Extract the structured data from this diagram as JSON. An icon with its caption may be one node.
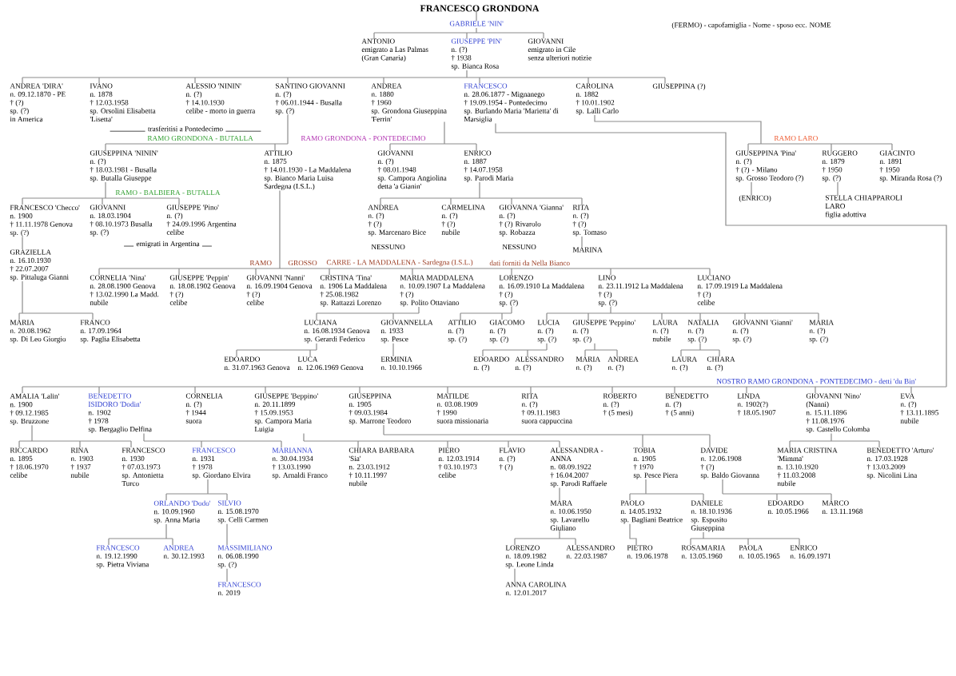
{
  "diagram": {
    "nodes": [
      {
        "text": [
          "FRANCESCO GRONDONA"
        ]
      },
      {
        "text": [
          "GABRIELE 'NIN'"
        ]
      },
      {
        "text": [
          "ANTONIO",
          "emigrato a Las Palmas",
          "(Gran Canaria)"
        ]
      },
      {
        "text": [
          "GIUSEPPE 'PIN'",
          "n. (?)",
          "† 1938",
          "sp. Bianca Rosa"
        ]
      },
      {
        "text": [
          "GIOVANNI",
          "emigrato in Cile",
          "senza ulteriori notizie"
        ]
      },
      {
        "text": [
          "ANDREA 'DIRA'",
          "n. 09.12.1870 - PE",
          "† (?)",
          "sp. (?)",
          "in America"
        ]
      },
      {
        "text": [
          "IVANO",
          "n. 1878",
          "† 12.03.1958",
          "sp. Orsolini Elisabetta 'Lisetta'"
        ]
      },
      {
        "text": [
          "ALESSIO 'NININ'",
          "n. (?)",
          "† 14.10.1930",
          "celibe - morto in guerra"
        ]
      },
      {
        "text": [
          "SANTINO GIOVANNI",
          "n. (?)",
          "† 06.01.1944 - Busalla",
          "sp. (?)"
        ]
      },
      {
        "text": [
          "ANDREA",
          "n. 1880",
          "† 1960",
          "sp. Grondona Giuseppina 'Ferrin'"
        ]
      },
      {
        "text": [
          "FRANCESCO",
          "n. 28.06.1877 - Mignanego",
          "† 19.09.1954 - Pontedecimo",
          "sp. Burlando Maria 'Marietta' di Marsiglia"
        ]
      },
      {
        "text": [
          "CAROLINA",
          "n. 1882",
          "† 10.01.1902",
          "sp. Lalli Carlo"
        ]
      },
      {
        "text": [
          "GIUSEPPINA (?)"
        ]
      },
      {
        "text": [
          "GIUSEPPINA 'NININ'",
          "n. (?)",
          "† 18.03.1981 - Busalla",
          "sp. Butalla Giuseppe"
        ]
      },
      {
        "text": [
          "ATTILIO",
          "n. 1875",
          "† 14.01.1930 - La Maddalena",
          "sp. Bianco Maria Luisa",
          "Sardegna (I.S.L.)"
        ]
      },
      {
        "text": [
          "GIOVANNI",
          "n. (?)",
          "† 08.01.1948",
          "sp. Campora Angiolina",
          "detta 'a Gianin'"
        ]
      },
      {
        "text": [
          "ENRICO",
          "n. 1887",
          "† 14.07.1958",
          "sp. Parodi Maria"
        ]
      },
      {
        "text": [
          "GIUSEPPINA 'Pina'",
          "n. (?)",
          "† (?) - Milano",
          "sp. Grosso Teodoro (?)"
        ]
      },
      {
        "text": [
          "RUGGERO",
          "n. 1879",
          "† 1950",
          "sp. (?)"
        ]
      },
      {
        "text": [
          "GIACINTO",
          "n. 1891",
          "† 1950",
          "sp. Miranda Rosa (?)"
        ]
      },
      {
        "text": [
          "(ENRICO)"
        ]
      },
      {
        "text": [
          "STELLA CHIAPPAROLI LARO",
          "figlia adottiva"
        ]
      },
      {
        "text": [
          "FRANCESCO 'Checco'",
          "n. 1900",
          "† 11.11.1978 Genova",
          "sp. (?)"
        ]
      },
      {
        "text": [
          "GIOVANNI",
          "n. 18.03.1904",
          "† 08.10.1973 Busalla",
          "sp. (?)"
        ]
      },
      {
        "text": [
          "GIUSEPPE 'Pino'",
          "n. (?)",
          "† 24.09.1996 Argentina",
          "celibe"
        ]
      },
      {
        "text": [
          "ANDREA",
          "n. (?)",
          "† (?)",
          "sp. Marcenaro Bice"
        ]
      },
      {
        "text": [
          "CARMELINA",
          "n. (?)",
          "† (?)",
          "nubile"
        ]
      },
      {
        "text": [
          "GIOVANNA 'Gianna'",
          "n. (?)",
          "† (?) Rivarolo",
          "sp. Robazza"
        ]
      },
      {
        "text": [
          "RITA",
          "n. (?)",
          "† (?)",
          "sp. Tomaso"
        ]
      },
      {
        "text": [
          "GRAZIELLA",
          "n. 16.10.1930",
          "† 22.07.2007",
          "sp. Pittaluga Gianni"
        ]
      },
      {
        "text": [
          "MARINA"
        ]
      },
      {
        "text": [
          "MARIA",
          "n. 20.08.1962",
          "sp. Di Leo Giorgio"
        ]
      },
      {
        "text": [
          "FRANCO",
          "n. 17.09.1964",
          "sp. Paglia Elisabetta"
        ]
      },
      {
        "text": [
          "CORNELIA 'Nina'",
          "n. 28.08.1900 Genova",
          "† 13.02.1990 La Madd.",
          "nubile"
        ]
      },
      {
        "text": [
          "GIUSEPPE 'Peppin'",
          "n. 18.08.1902 Genova",
          "† (?)",
          "celibe"
        ]
      },
      {
        "text": [
          "GIOVANNI 'Nanni'",
          "n. 16.09.1904 Genova",
          "† (?)",
          "celibe"
        ]
      },
      {
        "text": [
          "CRISTINA 'Tina'",
          "n. 1906 La Maddalena",
          "† 25.08.1982",
          "sp. Rattazzi Lorenzo"
        ]
      },
      {
        "text": [
          "MARIA MADDALENA",
          "n. 10.09.1907 La Maddalena",
          "† (?)",
          "sp. Polito Ottaviano"
        ]
      },
      {
        "text": [
          "LORENZO",
          "n. 16.09.1910 La Maddalena",
          "† (?)",
          "sp. (?)"
        ]
      },
      {
        "text": [
          "LINO",
          "n. 23.11.1912 La Maddalena",
          "† (?)",
          "sp. (?)"
        ]
      },
      {
        "text": [
          "LUCIANO",
          "n. 17.09.1919 La Maddalena",
          "† (?)",
          "celibe"
        ]
      },
      {
        "text": [
          "LUCIANA",
          "n. 16.08.1934 Genova",
          "sp. Gerardi Federico"
        ]
      },
      {
        "text": [
          "GIOVANNELLA",
          "n. 1933",
          "sp. Pesce"
        ]
      },
      {
        "text": [
          "ATTILIO",
          "n. (?)",
          "sp. (?)"
        ]
      },
      {
        "text": [
          "GIACOMO",
          "n. (?)",
          "sp. (?)"
        ]
      },
      {
        "text": [
          "LUCIA",
          "n. (?)",
          "sp. (?)"
        ]
      },
      {
        "text": [
          "GIUSEPPE 'Peppino'",
          "n. (?)",
          "sp. (?)"
        ]
      },
      {
        "text": [
          "LAURA",
          "n. (?)",
          "nubile"
        ]
      },
      {
        "text": [
          "NATALIA",
          "n. (?)",
          "sp. (?)"
        ]
      },
      {
        "text": [
          "GIOVANNI 'Gianni'",
          "n. (?)",
          "sp. (?)"
        ]
      },
      {
        "text": [
          "MARIA",
          "n. (?)",
          "sp. (?)"
        ]
      },
      {
        "text": [
          "EDOARDO",
          "n. 31.07.1963 Genova"
        ]
      },
      {
        "text": [
          "LUCA",
          "n. 12.06.1969 Genova"
        ]
      },
      {
        "text": [
          "ERMINIA",
          "n. 10.10.1966"
        ]
      },
      {
        "text": [
          "EDOARDO",
          "n. (?)"
        ]
      },
      {
        "text": [
          "ALESSANDRO",
          "n. (?)"
        ]
      },
      {
        "text": [
          "MARIA",
          "n. (?)"
        ]
      },
      {
        "text": [
          "ANDREA",
          "n. (?)"
        ]
      },
      {
        "text": [
          "LAURA",
          "n. (?)"
        ]
      },
      {
        "text": [
          "CHIARA",
          "n. (?)"
        ]
      },
      {
        "text": [
          "AMALIA 'Lalin'",
          "n. 1900",
          "† 09.12.1985",
          "sp. Bruzzone"
        ]
      },
      {
        "text": [
          "BENEDETTO ISIDORO 'Dodin'",
          "n. 1902",
          "† 1978",
          "sp. Bergaglio Delfina"
        ]
      },
      {
        "text": [
          "CORNELIA",
          "n. (?)",
          "† 1944",
          "suora"
        ]
      },
      {
        "text": [
          "GIUSEPPE 'Beppino'",
          "n. 20.11.1899",
          "† 15.09.1953",
          "sp. Campora Maria Luigia"
        ]
      },
      {
        "text": [
          "GIUSEPPINA",
          "n. 1905",
          "† 09.03.1984",
          "sp. Marrone Teodoro"
        ]
      },
      {
        "text": [
          "MATILDE",
          "n. 03.08.1909",
          "† 1990",
          "suora missionaria"
        ]
      },
      {
        "text": [
          "RITA",
          "n. (?)",
          "† 09.11.1983",
          "suora cappuccina"
        ]
      },
      {
        "text": [
          "ROBERTO",
          "n. (?)",
          "† (5 mesi)"
        ]
      },
      {
        "text": [
          "BENEDETTO",
          "n. (?)",
          "† (5 anni)"
        ]
      },
      {
        "text": [
          "LINDA",
          "n. 1902(?)",
          "† 18.05.1907"
        ]
      },
      {
        "text": [
          "GIOVANNI 'Nino' (Nanni)",
          "n. 15.11.1896",
          "† 11.08.1976",
          "sp. Castello Colomba"
        ]
      },
      {
        "text": [
          "EVA",
          "n. (?)",
          "† 13.11.1895",
          "nubile"
        ]
      },
      {
        "text": [
          "RICCARDO",
          "n. 1895",
          "† 18.06.1970",
          "celibe"
        ]
      },
      {
        "text": [
          "RINA",
          "n. 1903",
          "† 1937",
          "nubile"
        ]
      },
      {
        "text": [
          "FRANCESCO",
          "n. 1930",
          "† 07.03.1973",
          "sp. Antonietta Turco"
        ]
      },
      {
        "text": [
          "FRANCESCO",
          "n. 1931",
          "† 1978",
          "sp. Giordano Elvira"
        ]
      },
      {
        "text": [
          "MARIANNA",
          "n. 30.04.1934",
          "† 13.03.1990",
          "sp. Arnaldi Franco"
        ]
      },
      {
        "text": [
          "CHIARA BARBARA 'Sia'",
          "n. 23.03.1912",
          "† 10.11.1997",
          "nubile"
        ]
      },
      {
        "text": [
          "PIERO",
          "n. 12.03.1914",
          "† 03.10.1973",
          "celibe"
        ]
      },
      {
        "text": [
          "FLAVIO",
          "n. (?)",
          "† (?)"
        ]
      },
      {
        "text": [
          "ALESSANDRA - ANNA",
          "n. 08.09.1922",
          "† 16.04.2007",
          "sp. Parodi Raffaele"
        ]
      },
      {
        "text": [
          "TOBIA",
          "n. 1905",
          "† 1970",
          "sp. Pesce Piera"
        ]
      },
      {
        "text": [
          "DAVIDE",
          "n. 12.06.1908",
          "† (?)",
          "sp. Baldo Giovanna"
        ]
      },
      {
        "text": [
          "MARIA CRISTINA 'Mimma'",
          "n. 13.10.1920",
          "† 11.03.2008",
          "nubile"
        ]
      },
      {
        "text": [
          "BENEDETTO 'Arturo'",
          "n. 17.03.1928",
          "† 13.03.2009",
          "sp. Nicolini Lina"
        ]
      },
      {
        "text": [
          "ORLANDO 'Dodo'",
          "n. 10.09.1960",
          "sp. Anna Maria"
        ]
      },
      {
        "text": [
          "SILVIO",
          "n. 15.08.1970",
          "sp. Celli Carmen"
        ]
      },
      {
        "text": [
          "MARA",
          "n. 10.06.1950",
          "sp. Lavarello Giuliano"
        ]
      },
      {
        "text": [
          "PAOLO",
          "n. 14.05.1932",
          "sp. Bagliani Beatrice"
        ]
      },
      {
        "text": [
          "DANIELE",
          "n. 18.10.1936",
          "sp. Esposito Giuseppina"
        ]
      },
      {
        "text": [
          "EDOARDO",
          "n. 10.05.1966"
        ]
      },
      {
        "text": [
          "MARCO",
          "n. 13.11.1968"
        ]
      },
      {
        "text": [
          "FRANCESCO",
          "n. 19.12.1990",
          "sp. Pietra Viviana"
        ]
      },
      {
        "text": [
          "ANDREA",
          "n. 30.12.1993"
        ]
      },
      {
        "text": [
          "MASSIMILIANO",
          "n. 06.08.1990",
          "sp. (?)"
        ]
      },
      {
        "text": [
          "LORENZO",
          "n. 18.09.1982",
          "sp. Leone Linda"
        ]
      },
      {
        "text": [
          "ALESSANDRO",
          "n. 22.03.1987"
        ]
      },
      {
        "text": [
          "PIETRO",
          "n. 19.06.1978"
        ]
      },
      {
        "text": [
          "ROSAMARIA",
          "n. 13.05.1960"
        ]
      },
      {
        "text": [
          "PAOLA",
          "n. 10.05.1965"
        ]
      },
      {
        "text": [
          "ENRICO",
          "n. 16.09.1971"
        ]
      },
      {
        "text": [
          "FRANCESCO",
          "n. 2019"
        ]
      },
      {
        "text": [
          "ANNA CAROLINA",
          "n. 12.01.2017"
        ]
      }
    ],
    "edges": [
      {
        "from": 0,
        "to": 1,
        "arrow": "none"
      },
      {
        "from": 1,
        "to": 2,
        "arrow": "none"
      },
      {
        "from": 1,
        "to": 3,
        "arrow": "none"
      },
      {
        "from": 1,
        "to": 4,
        "arrow": "none"
      },
      {
        "from": 3,
        "to": 5,
        "arrow": "none"
      },
      {
        "from": 3,
        "to": 6,
        "arrow": "none"
      },
      {
        "from": 3,
        "to": 7,
        "arrow": "none"
      },
      {
        "from": 3,
        "to": 8,
        "arrow": "none"
      },
      {
        "from": 3,
        "to": 9,
        "arrow": "none"
      },
      {
        "from": 3,
        "to": 10,
        "arrow": "none"
      },
      {
        "from": 3,
        "to": 11,
        "arrow": "none"
      },
      {
        "from": 3,
        "to": 12,
        "arrow": "none"
      },
      {
        "from": 8,
        "to": 13,
        "arrow": "none"
      },
      {
        "from": 8,
        "to": 14,
        "arrow": "none"
      },
      {
        "from": 9,
        "to": 15,
        "arrow": "none"
      },
      {
        "from": 9,
        "to": 16,
        "arrow": "none"
      },
      {
        "from": 10,
        "to": 60,
        "arrow": "none"
      },
      {
        "from": 10,
        "to": 61,
        "arrow": "none"
      },
      {
        "from": 10,
        "to": 62,
        "arrow": "none"
      },
      {
        "from": 10,
        "to": 63,
        "arrow": "none"
      },
      {
        "from": 10,
        "to": 64,
        "arrow": "none"
      },
      {
        "from": 10,
        "to": 65,
        "arrow": "none"
      },
      {
        "from": 10,
        "to": 66,
        "arrow": "none"
      },
      {
        "from": 10,
        "to": 67,
        "arrow": "none"
      },
      {
        "from": 10,
        "to": 68,
        "arrow": "none"
      },
      {
        "from": 10,
        "to": 69,
        "arrow": "none"
      },
      {
        "from": 10,
        "to": 70,
        "arrow": "none"
      },
      {
        "from": 10,
        "to": 71,
        "arrow": "none"
      },
      {
        "from": 11,
        "to": 17,
        "arrow": "none"
      },
      {
        "from": 11,
        "to": 18,
        "arrow": "none"
      },
      {
        "from": 11,
        "to": 19,
        "arrow": "none"
      },
      {
        "from": 13,
        "to": 22,
        "arrow": "none"
      },
      {
        "from": 13,
        "to": 23,
        "arrow": "none"
      },
      {
        "from": 13,
        "to": 24,
        "arrow": "none"
      },
      {
        "from": 14,
        "to": 33,
        "arrow": "none"
      },
      {
        "from": 14,
        "to": 34,
        "arrow": "none"
      },
      {
        "from": 14,
        "to": 35,
        "arrow": "none"
      },
      {
        "from": 14,
        "to": 36,
        "arrow": "none"
      },
      {
        "from": 14,
        "to": 37,
        "arrow": "none"
      },
      {
        "from": 14,
        "to": 38,
        "arrow": "none"
      },
      {
        "from": 14,
        "to": 39,
        "arrow": "none"
      },
      {
        "from": 14,
        "to": 40,
        "arrow": "none"
      },
      {
        "from": 16,
        "to": 25,
        "arrow": "none"
      },
      {
        "from": 16,
        "to": 26,
        "arrow": "none"
      },
      {
        "from": 16,
        "to": 27,
        "arrow": "none"
      },
      {
        "from": 16,
        "to": 28,
        "arrow": "none"
      },
      {
        "from": 17,
        "to": 20,
        "arrow": "none"
      },
      {
        "from": 18,
        "to": 21,
        "arrow": "none"
      },
      {
        "from": 22,
        "to": 29,
        "arrow": "none"
      },
      {
        "from": 28,
        "to": 30,
        "arrow": "none"
      },
      {
        "from": 29,
        "to": 31,
        "arrow": "none"
      },
      {
        "from": 29,
        "to": 32,
        "arrow": "none"
      },
      {
        "from": 37,
        "to": 41,
        "arrow": "none"
      },
      {
        "from": 37,
        "to": 42,
        "arrow": "none"
      },
      {
        "from": 38,
        "to": 43,
        "arrow": "none"
      },
      {
        "from": 38,
        "to": 44,
        "arrow": "none"
      },
      {
        "from": 39,
        "to": 45,
        "arrow": "none"
      },
      {
        "from": 39,
        "to": 46,
        "arrow": "none"
      },
      {
        "from": 39,
        "to": 47,
        "arrow": "none"
      },
      {
        "from": 39,
        "to": 48,
        "arrow": "none"
      },
      {
        "from": 39,
        "to": 49,
        "arrow": "none"
      },
      {
        "from": 39,
        "to": 50,
        "arrow": "none"
      },
      {
        "from": 41,
        "to": 51,
        "arrow": "none"
      },
      {
        "from": 41,
        "to": 52,
        "arrow": "none"
      },
      {
        "from": 42,
        "to": 53,
        "arrow": "none"
      },
      {
        "from": 45,
        "to": 54,
        "arrow": "none"
      },
      {
        "from": 45,
        "to": 55,
        "arrow": "none"
      },
      {
        "from": 46,
        "to": 56,
        "arrow": "none"
      },
      {
        "from": 46,
        "to": 57,
        "arrow": "none"
      },
      {
        "from": 48,
        "to": 58,
        "arrow": "none"
      },
      {
        "from": 48,
        "to": 59,
        "arrow": "none"
      },
      {
        "from": 60,
        "to": 72,
        "arrow": "none"
      },
      {
        "from": 60,
        "to": 73,
        "arrow": "none"
      },
      {
        "from": 60,
        "to": 74,
        "arrow": "none"
      },
      {
        "from": 61,
        "to": 75,
        "arrow": "none"
      },
      {
        "from": 61,
        "to": 76,
        "arrow": "none"
      },
      {
        "from": 63,
        "to": 77,
        "arrow": "none"
      },
      {
        "from": 63,
        "to": 78,
        "arrow": "none"
      },
      {
        "from": 63,
        "to": 79,
        "arrow": "none"
      },
      {
        "from": 63,
        "to": 80,
        "arrow": "none"
      },
      {
        "from": 64,
        "to": 81,
        "arrow": "none"
      },
      {
        "from": 64,
        "to": 82,
        "arrow": "none"
      },
      {
        "from": 70,
        "to": 83,
        "arrow": "none"
      },
      {
        "from": 70,
        "to": 84,
        "arrow": "none"
      },
      {
        "from": 75,
        "to": 85,
        "arrow": "none"
      },
      {
        "from": 75,
        "to": 86,
        "arrow": "none"
      },
      {
        "from": 80,
        "to": 87,
        "arrow": "none"
      },
      {
        "from": 81,
        "to": 88,
        "arrow": "none"
      },
      {
        "from": 81,
        "to": 89,
        "arrow": "none"
      },
      {
        "from": 82,
        "to": 90,
        "arrow": "none"
      },
      {
        "from": 82,
        "to": 91,
        "arrow": "none"
      },
      {
        "from": 85,
        "to": 92,
        "arrow": "none"
      },
      {
        "from": 85,
        "to": 93,
        "arrow": "none"
      },
      {
        "from": 86,
        "to": 94,
        "arrow": "none"
      },
      {
        "from": 87,
        "to": 95,
        "arrow": "none"
      },
      {
        "from": 87,
        "to": 96,
        "arrow": "none"
      },
      {
        "from": 88,
        "to": 97,
        "arrow": "none"
      },
      {
        "from": 89,
        "to": 98,
        "arrow": "none"
      },
      {
        "from": 89,
        "to": 99,
        "arrow": "none"
      },
      {
        "from": 89,
        "to": 100,
        "arrow": "none"
      },
      {
        "from": 94,
        "to": 101,
        "arrow": "none"
      },
      {
        "from": 95,
        "to": 102,
        "arrow": "none"
      }
    ],
    "labels": [
      "(FERMO) - capofamiglia - Nome - sposo ecc. NOME",
      "trasferitisi a Pontedecimo",
      "RAMO GRONDONA - BUTALLA",
      "RAMO GRONDONA - PONTEDECIMO",
      "RAMO LARO",
      "RAMO - BALBIERA - BUTALLA",
      "emigrati in Argentina",
      "NESSUNO",
      "NESSUNO",
      "RAMO",
      "GROSSO",
      "CARRE - LA MADDALENA - Sardegna (I.S.L.)",
      "dati forniti da Nella Bianco",
      "NOSTRO RAMO GRONDONA - PONTEDECIMO - detti 'du Bin'"
    ]
  }
}
